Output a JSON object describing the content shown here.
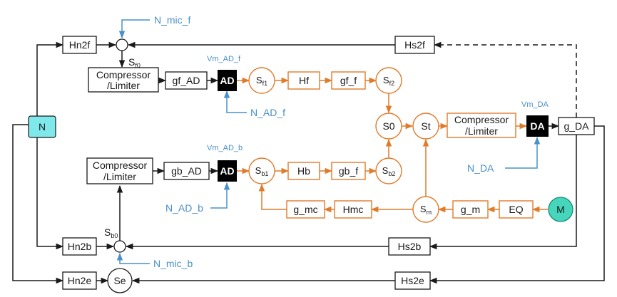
{
  "blocks": {
    "hn2f": "Hn2f",
    "hs2f": "Hs2f",
    "comp_f_l1": "Compressor",
    "comp_f_l2": "/Limiter",
    "gf_ad": "gf_AD",
    "ad_f": "AD",
    "hf": "Hf",
    "gf_f": "gf_f",
    "s0": "S0",
    "st": "St",
    "comp_da_l1": "Compressor",
    "comp_da_l2": "/Limiter",
    "da": "DA",
    "g_da": "g_DA",
    "n": "N",
    "comp_b_l1": "Compressor",
    "comp_b_l2": "/Limiter",
    "gb_ad": "gb_AD",
    "ad_b": "AD",
    "hb": "Hb",
    "gb_f": "gb_f",
    "g_mc": "g_mc",
    "hmc": "Hmc",
    "g_m": "g_m",
    "eq": "EQ",
    "m": "M",
    "hn2b": "Hn2b",
    "hs2b": "Hs2b",
    "hn2e": "Hn2e",
    "se": "Se",
    "hs2e": "Hs2e"
  },
  "nodes": {
    "sf0": {
      "base": "S",
      "sub": "f0"
    },
    "sb0": {
      "base": "S",
      "sub": "b0"
    },
    "sf1": {
      "base": "S",
      "sub": "f1"
    },
    "sf2": {
      "base": "S",
      "sub": "f2"
    },
    "sb1": {
      "base": "S",
      "sub": "b1"
    },
    "sb2": {
      "base": "S",
      "sub": "b2"
    },
    "sm": {
      "base": "S",
      "sub": "m"
    }
  },
  "labels": {
    "n_mic_f": "N_mic_f",
    "n_mic_b": "N_mic_b",
    "vm_ad_f": "Vm_AD_f",
    "vm_ad_b": "Vm_AD_b",
    "vm_da": "Vm_DA",
    "n_ad_f": "N_AD_f",
    "n_ad_b": "N_AD_b",
    "n_da": "N_DA"
  },
  "colors": {
    "black_path": "#1a1a1a",
    "orange_path": "#e07b2a",
    "blue_label": "#4a90c9",
    "n_fill": "#7fe8ea",
    "m_fill": "#45d6bb"
  }
}
